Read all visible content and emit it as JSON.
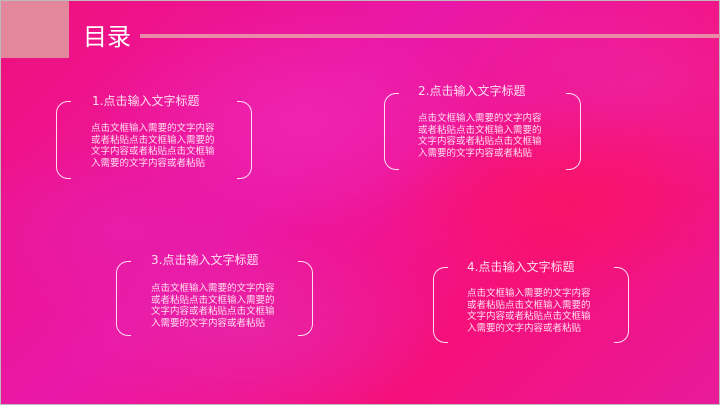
{
  "header": {
    "title": "目录"
  },
  "items": [
    {
      "title": "1.点击输入文字标题",
      "body": "点击文框输入需要的文字内容或者粘贴点击文框输入需要的文字内容或者粘贴点击文框输入需要的文字内容或者粘贴"
    },
    {
      "title": "2.点击输入文字标题",
      "body": "点击文框输入需要的文字内容或者粘贴点击文框输入需要的文字内容或者粘贴点击文框输入需要的文字内容或者粘贴"
    },
    {
      "title": "3.点击输入文字标题",
      "body": "点击文框输入需要的文字内容或者粘贴点击文框输入需要的文字内容或者粘贴点击文框输入需要的文字内容或者粘贴"
    },
    {
      "title": "4.点击输入文字标题",
      "body": "点击文框输入需要的文字内容或者粘贴点击文框输入需要的文字内容或者粘贴点击文框输入需要的文字内容或者粘贴"
    }
  ]
}
